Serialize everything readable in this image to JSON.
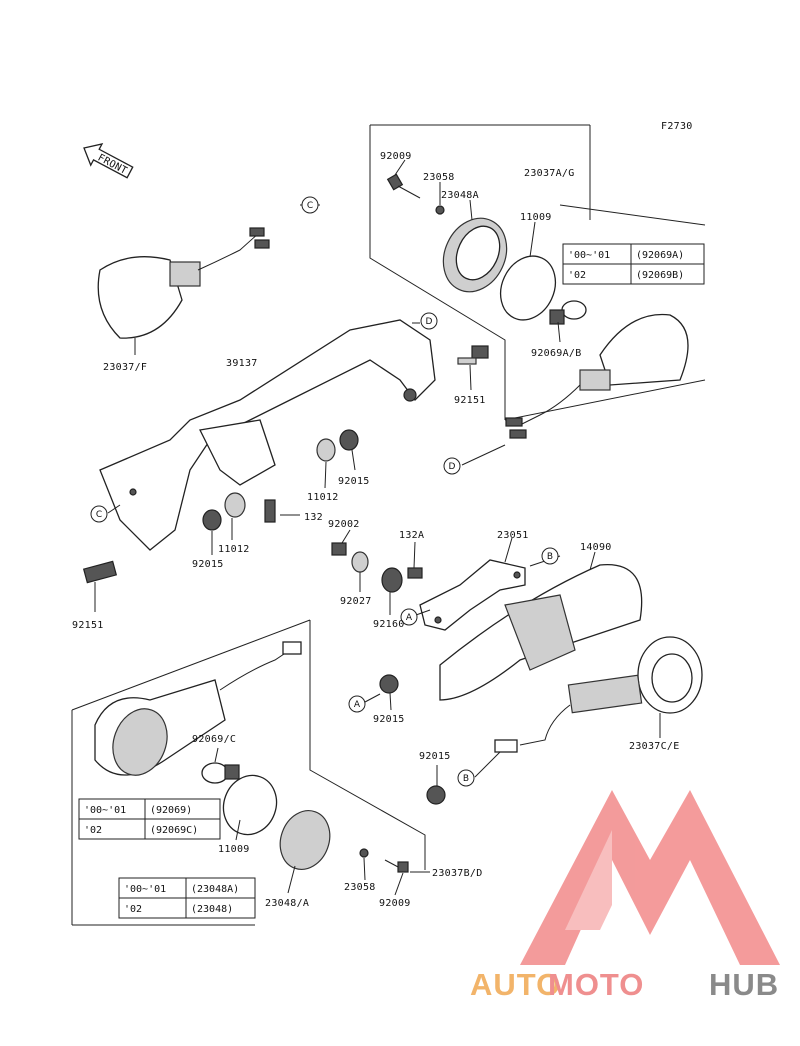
{
  "figure_code": "F2730",
  "front_label": "FRONT",
  "callouts": {
    "c": "C",
    "d": "D",
    "a": "A",
    "b": "B"
  },
  "parts": {
    "p92009_top": "92009",
    "p23058_top": "23058",
    "p23037ag": "23037A/G",
    "p23048a": "23048A",
    "p11009_top": "11009",
    "p23037f": "23037/F",
    "p39137": "39137",
    "p92069ab": "92069A/B",
    "p92151_right": "92151",
    "p92015_mid": "92015",
    "p11012_mid": "11012",
    "p132": "132",
    "p92002": "92002",
    "p132a": "132A",
    "p23051": "23051",
    "p14090": "14090",
    "p11012_left": "11012",
    "p92015_left": "92015",
    "p92027": "92027",
    "p92160": "92160",
    "p92151_left": "92151",
    "p92015_a": "92015",
    "p92069c": "92069/C",
    "p23037ce": "23037C/E",
    "p92015_b": "92015",
    "p11009_bot": "11009",
    "p23058_bot": "23058",
    "p23037bd": "23037B/D",
    "p23048_a": "23048/A",
    "p92009_bot": "92009"
  },
  "tables": {
    "top_right": [
      {
        "year": "'00~'01",
        "part": "(92069A)"
      },
      {
        "year": "'02",
        "part": "(92069B)"
      }
    ],
    "bulb": [
      {
        "year": "'00~'01",
        "part": "(92069)"
      },
      {
        "year": "'02",
        "part": "(92069C)"
      }
    ],
    "lens": [
      {
        "year": "'00~'01",
        "part": "(23048A)"
      },
      {
        "year": "'02",
        "part": "(23048)"
      }
    ]
  },
  "watermark": {
    "part1": "AUTO",
    "part2": "MOTO",
    "part3": "HUB",
    "colors": {
      "auto": "#f2b46a",
      "moto": "#ef8f8f",
      "hub": "#8a8a8a",
      "logo": "#f28a8a"
    }
  }
}
